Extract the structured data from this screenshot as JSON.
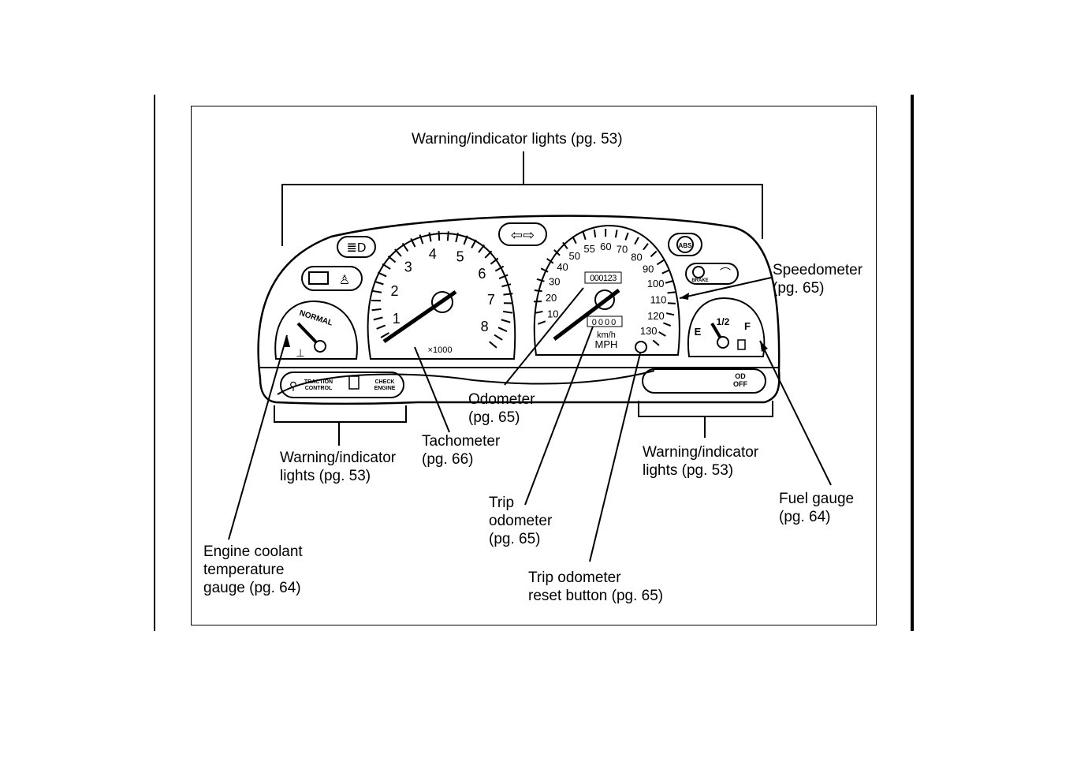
{
  "labels": {
    "top_warning": "Warning/indicator lights (pg. 53)",
    "speedometer": [
      "Speedometer",
      "(pg. 65)"
    ],
    "odometer": [
      "Odometer",
      "(pg. 65)"
    ],
    "tachometer": [
      "Tachometer",
      "(pg. 66)"
    ],
    "left_warning": [
      "Warning/indicator",
      "lights (pg. 53)"
    ],
    "right_warning": [
      "Warning/indicator",
      "lights (pg. 53)"
    ],
    "fuel_gauge": [
      "Fuel gauge",
      "(pg. 64)"
    ],
    "trip_odometer": [
      "Trip",
      "odometer",
      "(pg. 65)"
    ],
    "engine_coolant": [
      "Engine coolant",
      "temperature",
      "gauge (pg. 64)"
    ],
    "trip_reset": [
      "Trip odometer",
      "reset button (pg. 65)"
    ]
  },
  "cluster": {
    "tach": {
      "numbers": [
        "1",
        "2",
        "3",
        "4",
        "5",
        "6",
        "7",
        "8"
      ],
      "multiplier": "×1000"
    },
    "speedo": {
      "mph": [
        "10",
        "20",
        "30",
        "40",
        "50",
        "55",
        "60",
        "70",
        "80",
        "90",
        "100",
        "110",
        "120",
        "130"
      ],
      "odometer": "000123",
      "trip": "0000",
      "units": [
        "km/h",
        "MPH"
      ]
    },
    "coolant": {
      "label": "NORMAL"
    },
    "fuel": {
      "empty": "E",
      "half": "1/2",
      "full": "F"
    },
    "lower_left_panel": {
      "traction": [
        "TRACTION",
        "CONTROL"
      ],
      "check": [
        "CHECK",
        "ENGINE"
      ]
    },
    "lower_right_panel": {
      "od": [
        "OD",
        "OFF"
      ]
    },
    "brake": "BRAKE"
  }
}
